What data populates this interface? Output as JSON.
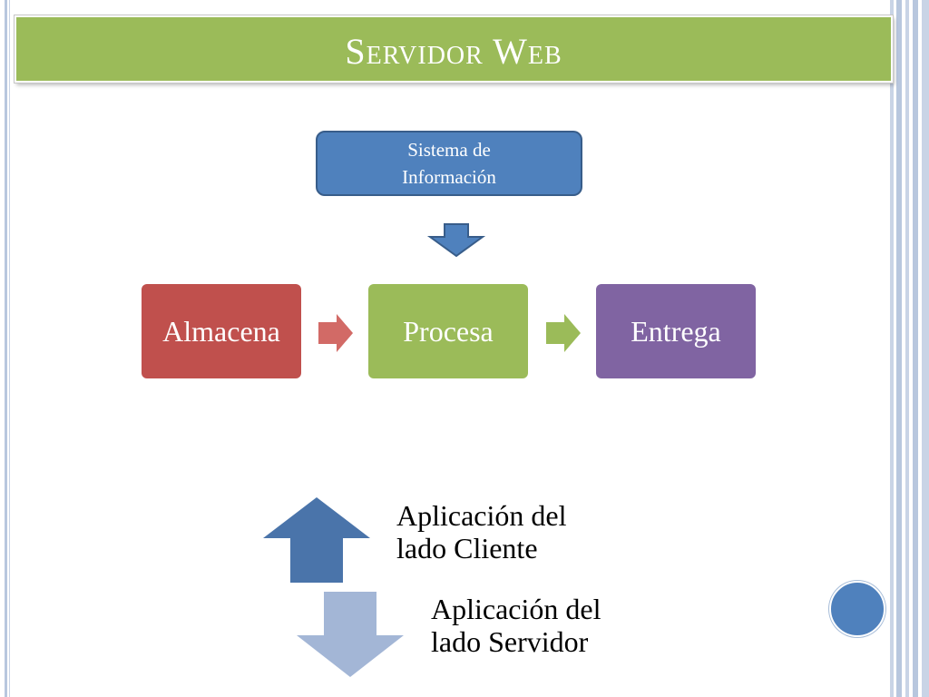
{
  "slide": {
    "title": "Servidor Web"
  },
  "diagram": {
    "top_box": {
      "line1": "Sistema de",
      "line2": "Información"
    },
    "steps": [
      {
        "label": "Almacena",
        "color": "#c0504d"
      },
      {
        "label": "Procesa",
        "color": "#9bbb59"
      },
      {
        "label": "Entrega",
        "color": "#8064a2"
      }
    ],
    "client": {
      "line1": "Aplicación del",
      "line2": "lado Cliente"
    },
    "server": {
      "line1": "Aplicación del",
      "line2": "lado Servidor"
    }
  },
  "colors": {
    "title_bar": "#9bbb59",
    "info_box": "#4f81bd",
    "up_arrow": "#4a74aa",
    "down_arrow": "#a3b6d6",
    "accent_dot": "#4f81bd"
  }
}
